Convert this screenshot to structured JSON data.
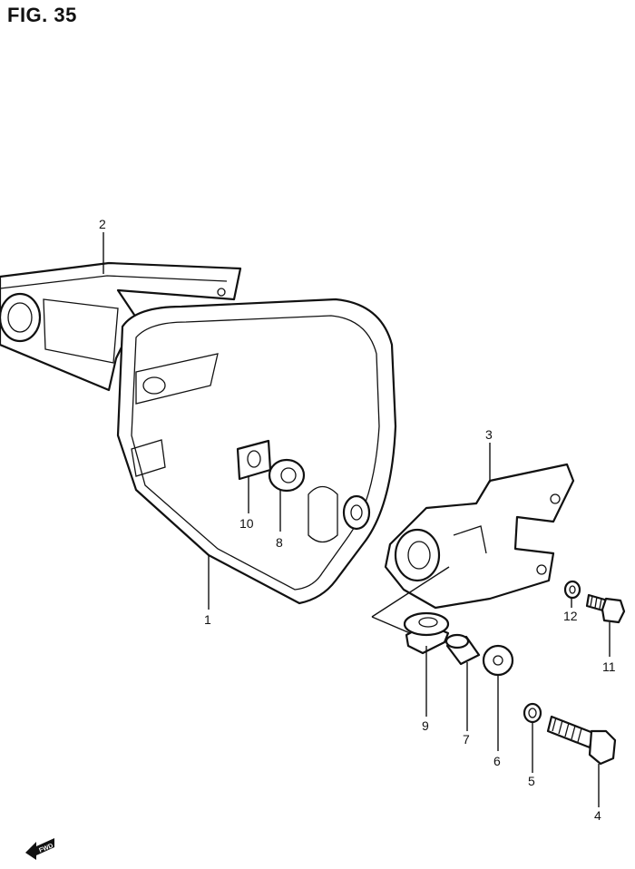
{
  "figure": {
    "title": "FIG. 35"
  },
  "callouts": {
    "c1": "1",
    "c2": "2",
    "c3": "3",
    "c4": "4",
    "c5": "5",
    "c6": "6",
    "c7": "7",
    "c8": "8",
    "c9": "9",
    "c10": "10",
    "c11": "11",
    "c12": "12"
  },
  "direction_marker": {
    "label": "FWD"
  }
}
